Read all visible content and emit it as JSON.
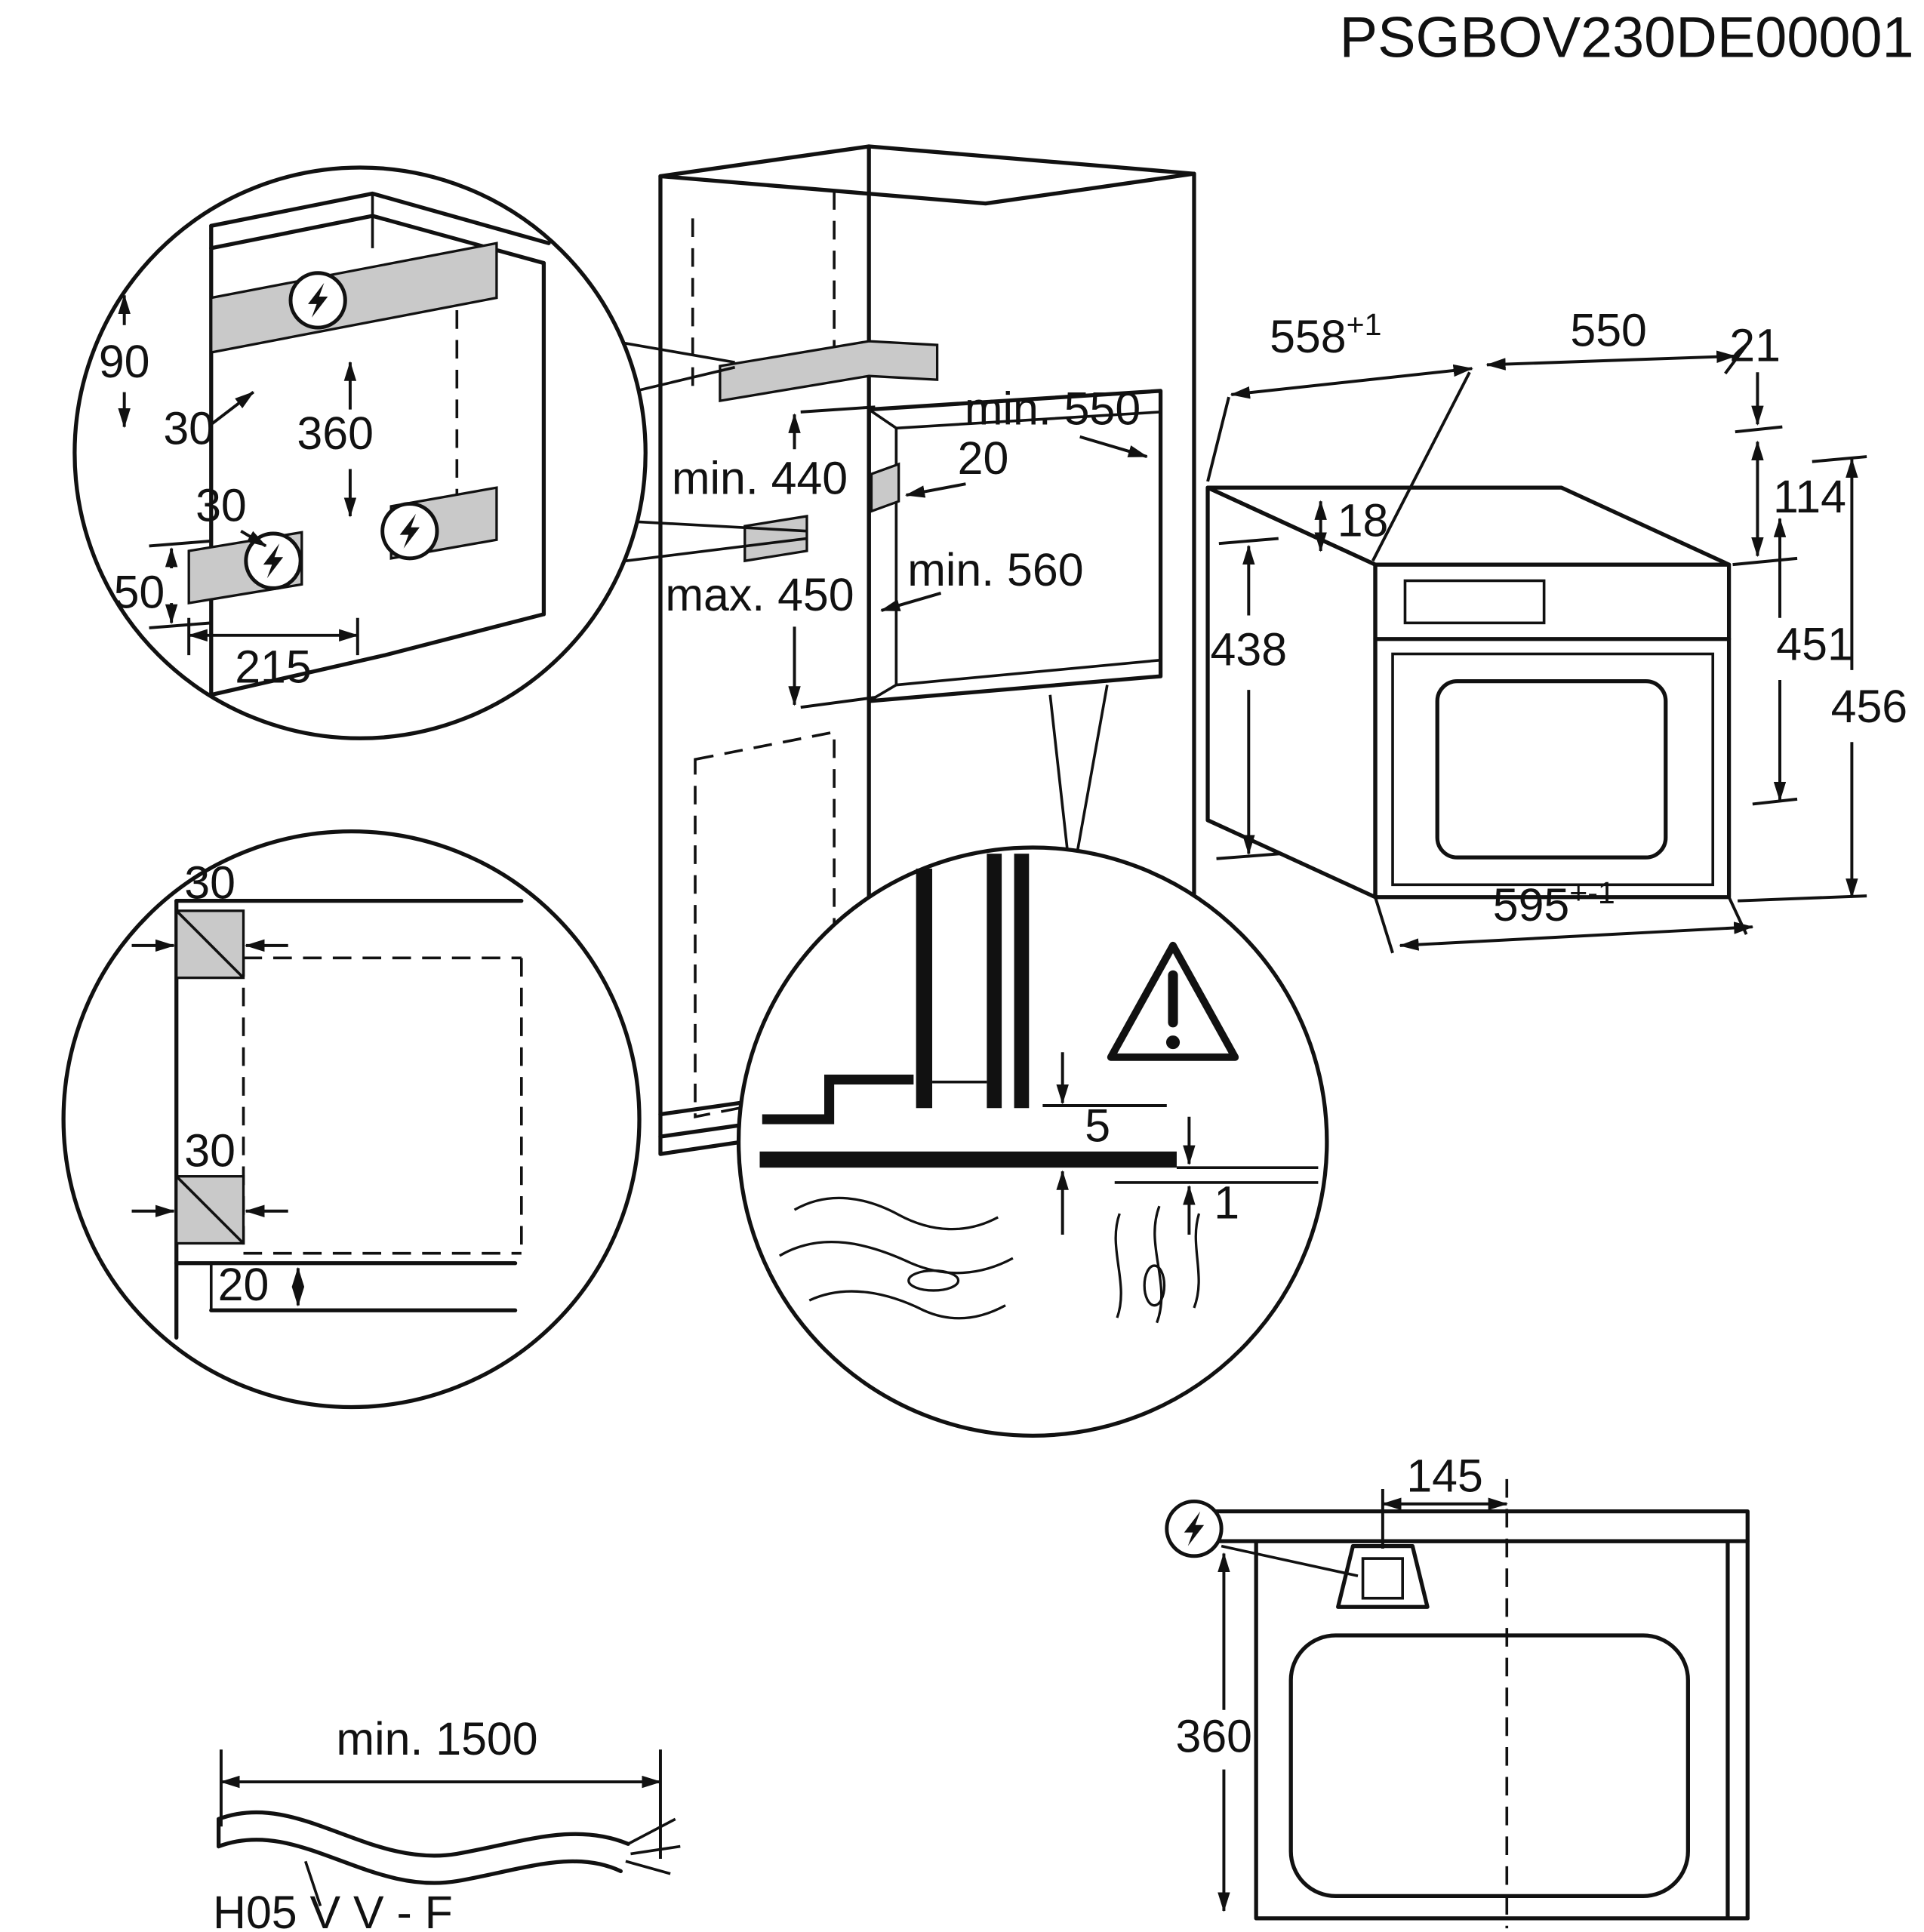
{
  "document_code": "PSGBOV230DE00001",
  "side_detail": {
    "d90": "90",
    "d30_top": "30",
    "d360": "360",
    "d30_mid": "30",
    "d50": "50",
    "d215": "215"
  },
  "cabinet": {
    "min_height": "min. 440",
    "max_height": "max. 450",
    "min_depth": "min. 550",
    "offset_20": "20",
    "min_width": "min. 560"
  },
  "oven": {
    "depth": "558",
    "depth_tol": "+1",
    "top_depth": "550",
    "front_gap": "21",
    "top_gap": "18",
    "panel_height": "114",
    "body_height": "438",
    "front_height": "451",
    "total_height": "456",
    "width": "595",
    "width_tol": "+-1"
  },
  "front_detail": {
    "d30_top": "30",
    "d30_bottom": "30",
    "d20": "20"
  },
  "gap_detail": {
    "d5": "5",
    "d1": "1"
  },
  "rear_view": {
    "d145": "145",
    "d360": "360"
  },
  "cable": {
    "min_length": "min. 1500",
    "type": "H05 V V - F"
  }
}
